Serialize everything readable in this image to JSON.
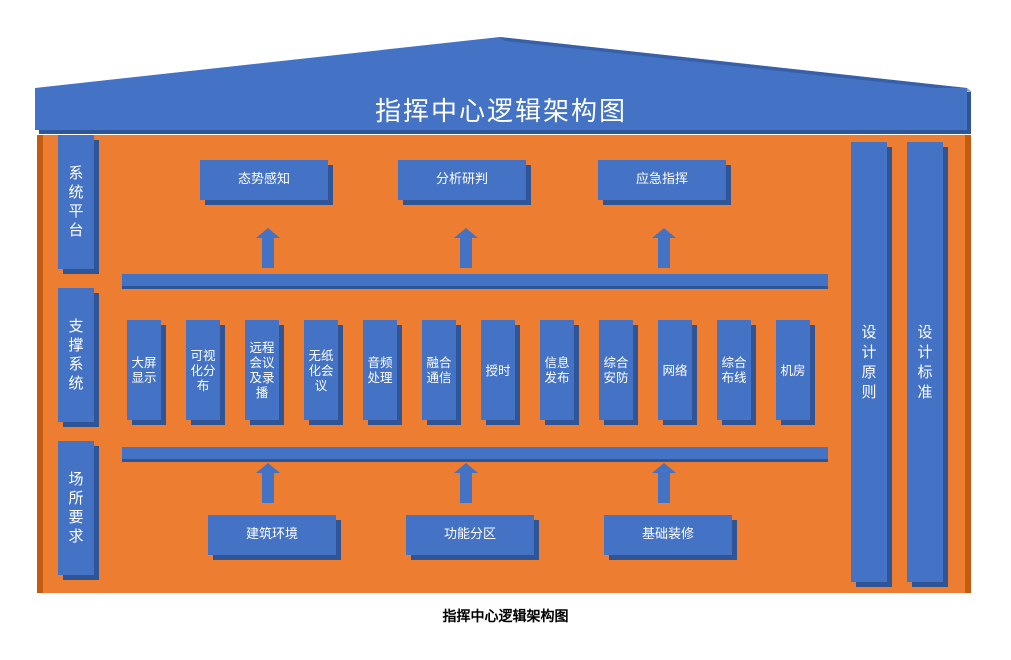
{
  "title": "指挥中心逻辑架构图",
  "caption": "指挥中心逻辑架构图",
  "left_labels": [
    "系统平台",
    "支撑系统",
    "场所要求"
  ],
  "right_labels": [
    "设计原则",
    "设计标准"
  ],
  "top_boxes": [
    "态势感知",
    "分析研判",
    "应急指挥"
  ],
  "middle_boxes": [
    "大屏显示",
    "可视化分布",
    "远程会议及录播",
    "无纸化会议",
    "音频处理",
    "融合通信",
    "授时",
    "信息发布",
    "综合安防",
    "网络",
    "综合布线",
    "机房"
  ],
  "bottom_boxes": [
    "建筑环境",
    "功能分区",
    "基础装修"
  ],
  "colors": {
    "blue": "#4472c4",
    "blue_dark": "#2f5597",
    "orange": "#ed7d31",
    "orange_dark": "#c55a11"
  }
}
